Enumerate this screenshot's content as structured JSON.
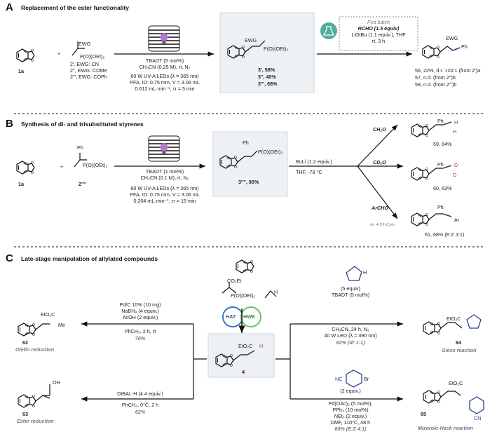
{
  "sectionA": {
    "letter": "A",
    "title": "Replacement of the ester functionality",
    "sm1_label": "1a",
    "plus": "+",
    "vinyl_ewg": "EWG",
    "vinyl_p": "P(O)(OEt)₂",
    "ewg_list": [
      "2', EWG: CN",
      "2'', EWG: COMe",
      "2''', EWG: COPh"
    ],
    "cond_top": "TBADT (5 mol%)",
    "cond_solvent": "CH₃CN (0.25 M), rt, N₂",
    "cond_led": "60 W UV-A LEDs (λ = 365 nm)",
    "cond_pfa": "PFA, ID: 0.75 mm, V = 3.06 mL",
    "cond_flow": "0.612  mL·min⁻¹, τr = 5 min",
    "prod_ewg": "EWG",
    "prod_p": "P(O)(OEt)₂",
    "prod_yields": [
      "3', 58%",
      "3'', 40%",
      "3''', 68%"
    ],
    "fed_batch": "Fed batch",
    "fed_reagent": "RCHO (1.5 equiv)",
    "fed_base": "LiOtBu (1.1 equiv.), THF",
    "fed_cond": "rt, 3 h",
    "final_ewg": "EWG",
    "final_ph": "Ph",
    "results": [
      "56, 22%, d.r. >20:1 (from 2')a",
      "57, n.d. (from 2'')b",
      "58, n.d.  (from 2''')b"
    ]
  },
  "sectionB": {
    "letter": "B",
    "title": "Synthesis of di- and trisubstituted styrenes",
    "sm1_label": "1a",
    "plus": "+",
    "vinyl_ph": "Ph",
    "vinyl_p": "P(O)(OEt)₂",
    "sm2_label": "2''''",
    "cond_top": "TBADT (1 mol%)",
    "cond_solvent": "CH₃CN (0.1 M), rt, N₂",
    "cond_led": "60 W UV-A LEDs (λ = 365 nm)",
    "cond_pfa": "PFA, ID: 0.75 mm, V = 3.06 mL",
    "cond_flow": "0.204  mL·min⁻¹, τr = 15 min",
    "prod_ph": "Ph",
    "prod_p": "P(O)(OEt)₂",
    "prod_yield": "3'''', 90%",
    "base": "BuLi (1.2 equiv.)",
    "base_cond": "THF, -78 °C",
    "reagents": [
      "CH₂O",
      "CD₂O",
      "ArCHO"
    ],
    "ar_def": "Ar: 4-CF₃C₆H₄",
    "products": [
      {
        "ph": "Ph",
        "h1": "H",
        "h2": "H",
        "label": "59, 64%"
      },
      {
        "ph": "Ph",
        "h1": "D",
        "h2": "D",
        "label": "60, 63%"
      },
      {
        "ph": "Ph",
        "h1": "Ar",
        "h2": "",
        "label": "61, 68% (E:Z 3:1)"
      }
    ]
  },
  "sectionC": {
    "letter": "C",
    "title": "Late-stage manipulation of allylated compounds",
    "reagent_ester": "CO₂Et",
    "reagent_p": "P(O)(OEt)₂",
    "reagent_h": "H",
    "hat": "HAT",
    "hwe": "HWE",
    "center_ester": "EtO₂C",
    "center_h": "H",
    "center_label": "4",
    "reactions": [
      {
        "lines": [
          "Pd/C 10% (10 mg)",
          "NaBH₄ (4 equiv.)",
          "AcOH (2 equiv.)"
        ],
        "cond": "PhCH₃, 2 h, rt",
        "yield": "70%",
        "label": "62",
        "type": "Olefin reduction",
        "sub1": "EtO₂C",
        "sub2": "Me"
      },
      {
        "lines": [
          "DIBAL-H (4.4 equiv.)"
        ],
        "cond": "PhCH₃, 0°C, 2 h",
        "yield": "62%",
        "label": "63",
        "type": "Ester reduction",
        "sub1": "OH",
        "sub2": ""
      },
      {
        "lines": [
          "(5 equiv)",
          "TBADT (5 mol%)"
        ],
        "cond_lines": [
          "CH₃CN, 24 h, N₂",
          "40 W LED (λ = 390 nm)"
        ],
        "yield": "62% (dr 1:1)",
        "label": "64",
        "type": "Giese reaction",
        "sub1": "EtO₂C",
        "sub2": "H"
      },
      {
        "lines": [
          "NC",
          "Br",
          "(2 equiv.)"
        ],
        "cond_lines": [
          "Pd(OAc)₂ (5 mol%),",
          "PPh₃ (10 mol%)",
          "NEt₃ (2 equiv.)",
          "DMF, 110°C, 48 h"
        ],
        "yield": "60% (E:Z 4:1)",
        "label": "65",
        "type": "Mizoroki-Heck reaction",
        "sub1": "EtO₂C",
        "sub2": "CN"
      }
    ]
  }
}
